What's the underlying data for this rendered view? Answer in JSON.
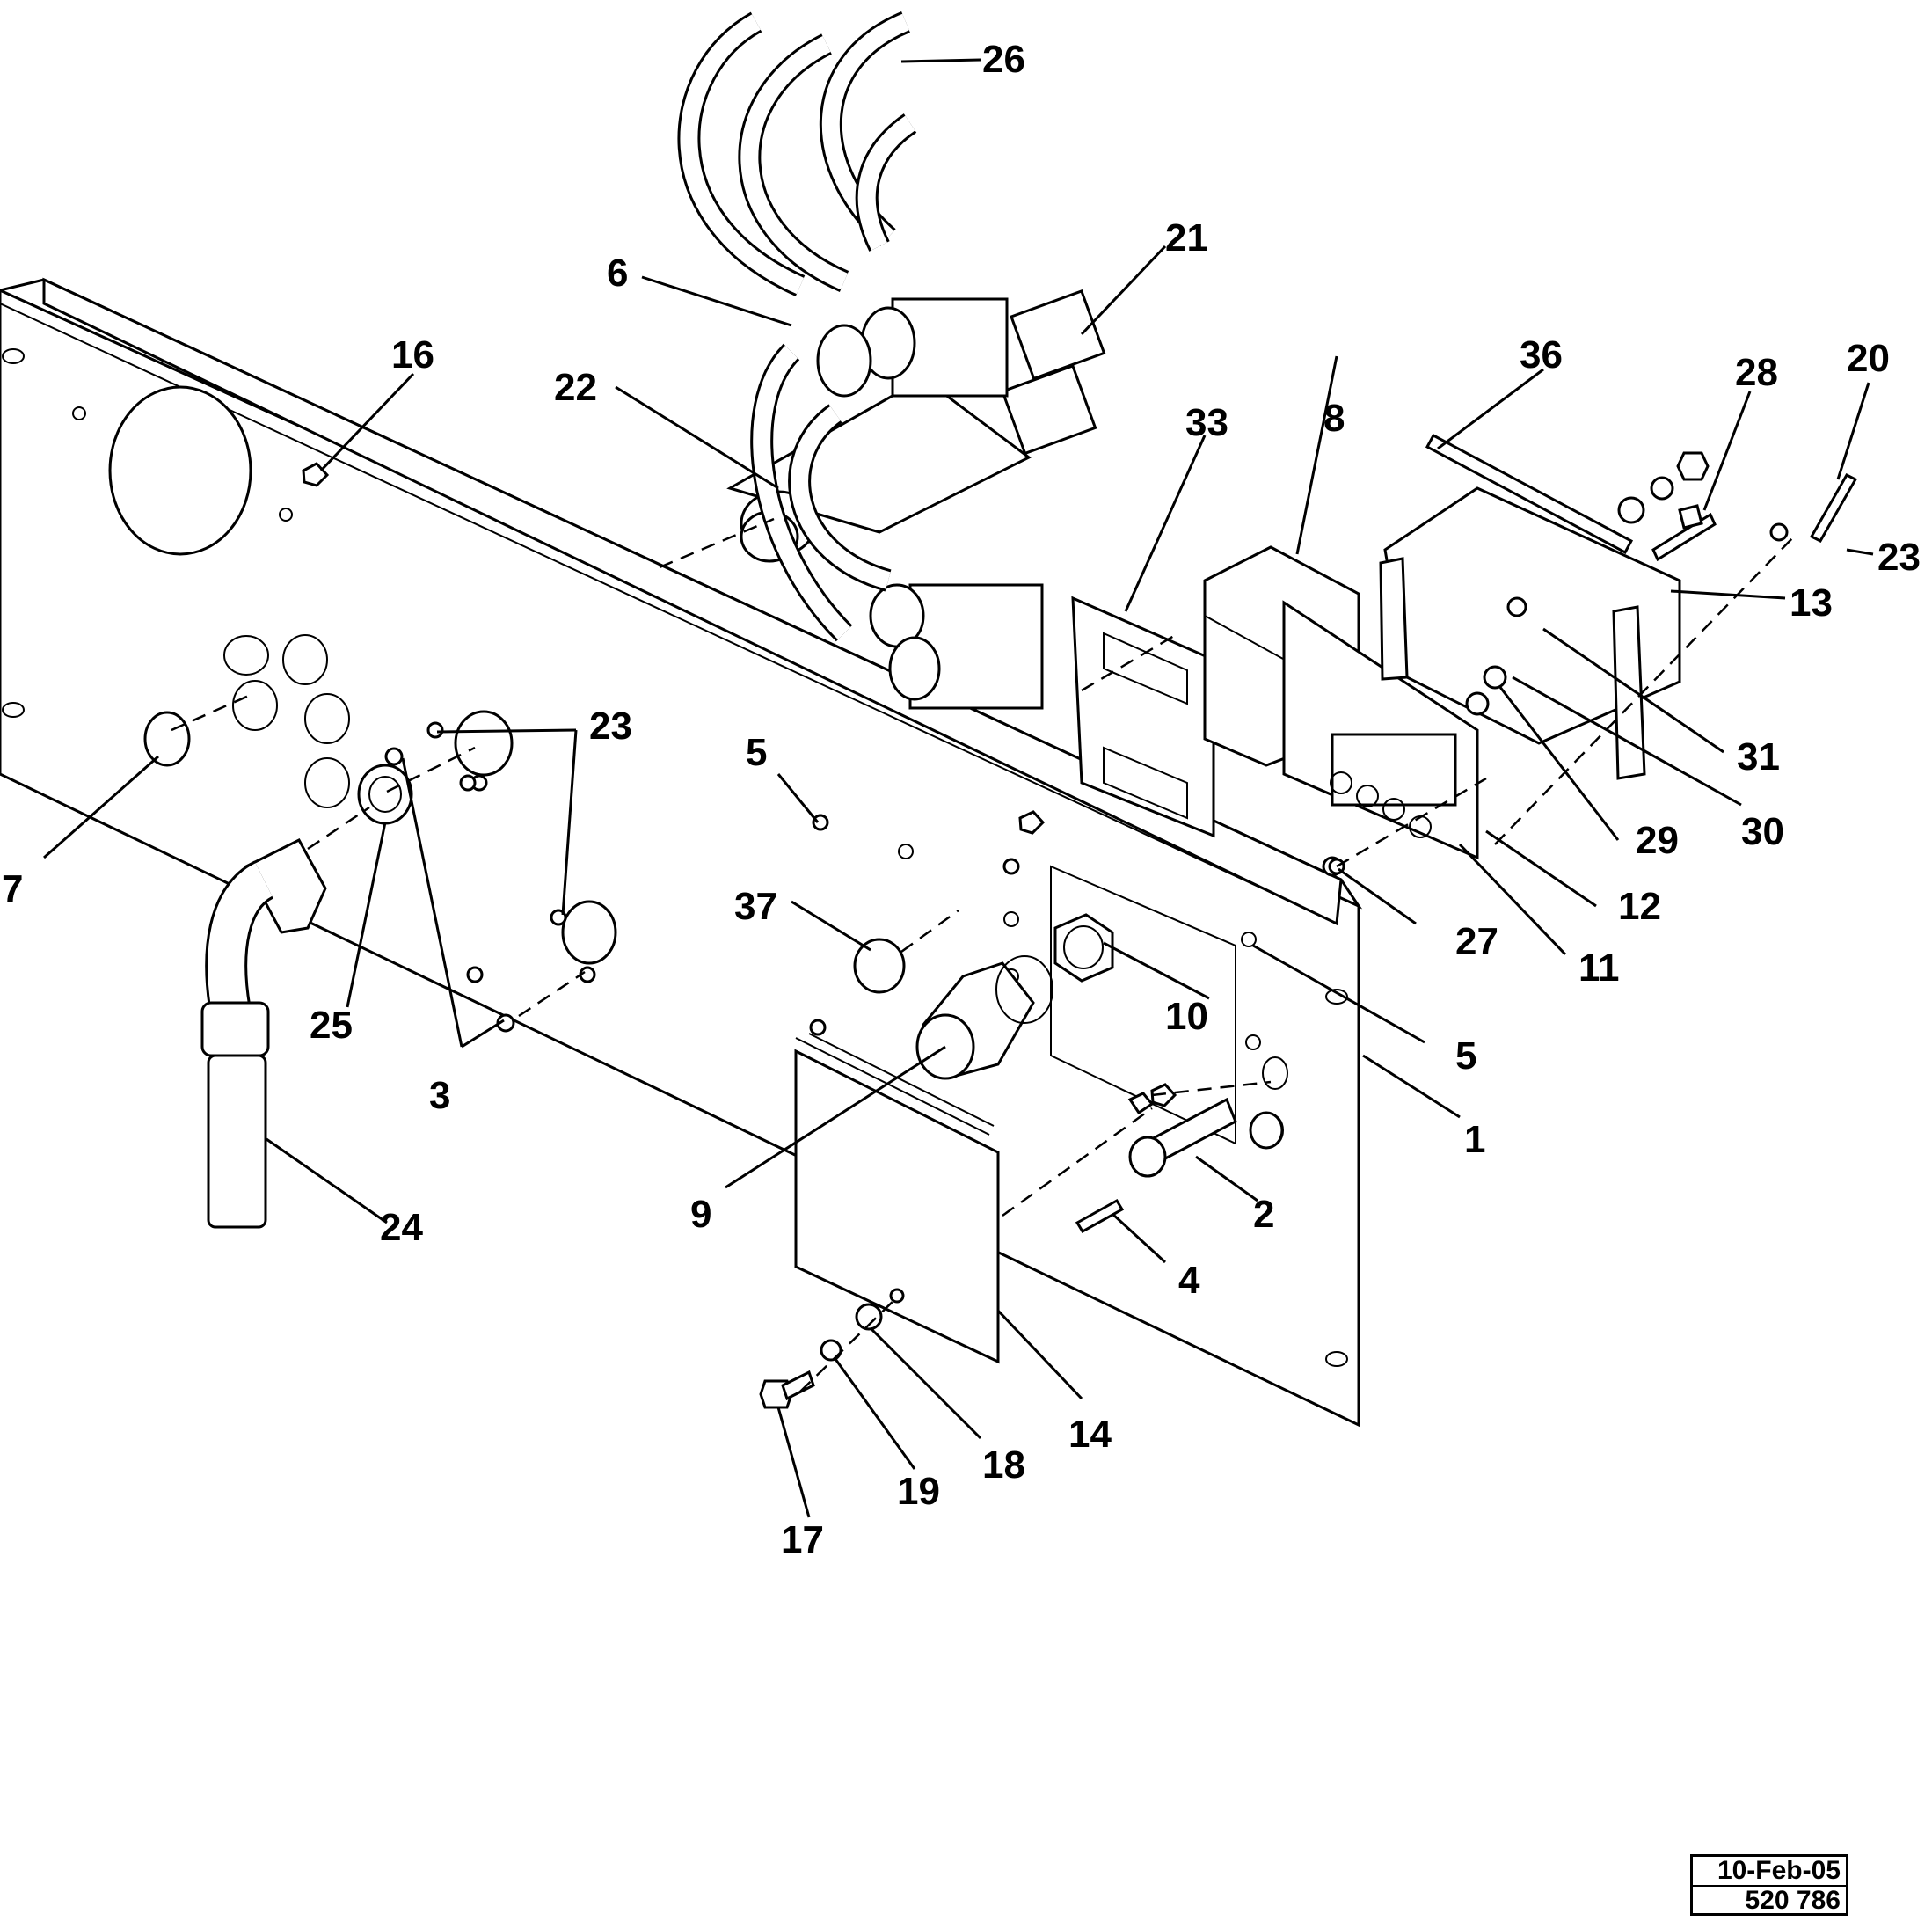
{
  "callouts": [
    {
      "id": "c1",
      "label": "1"
    },
    {
      "id": "c2",
      "label": "2"
    },
    {
      "id": "c3",
      "label": "3"
    },
    {
      "id": "c4",
      "label": "4"
    },
    {
      "id": "c5a",
      "label": "5"
    },
    {
      "id": "c5b",
      "label": "5"
    },
    {
      "id": "c6",
      "label": "6"
    },
    {
      "id": "c7",
      "label": "7"
    },
    {
      "id": "c8",
      "label": "8"
    },
    {
      "id": "c9",
      "label": "9"
    },
    {
      "id": "c10",
      "label": "10"
    },
    {
      "id": "c11",
      "label": "11"
    },
    {
      "id": "c12",
      "label": "12"
    },
    {
      "id": "c13",
      "label": "13"
    },
    {
      "id": "c14",
      "label": "14"
    },
    {
      "id": "c16",
      "label": "16"
    },
    {
      "id": "c17",
      "label": "17"
    },
    {
      "id": "c18",
      "label": "18"
    },
    {
      "id": "c19",
      "label": "19"
    },
    {
      "id": "c20",
      "label": "20"
    },
    {
      "id": "c21",
      "label": "21"
    },
    {
      "id": "c22",
      "label": "22"
    },
    {
      "id": "c23a",
      "label": "23"
    },
    {
      "id": "c23b",
      "label": "23"
    },
    {
      "id": "c24",
      "label": "24"
    },
    {
      "id": "c25",
      "label": "25"
    },
    {
      "id": "c26",
      "label": "26"
    },
    {
      "id": "c27",
      "label": "27"
    },
    {
      "id": "c28",
      "label": "28"
    },
    {
      "id": "c29",
      "label": "29"
    },
    {
      "id": "c30",
      "label": "30"
    },
    {
      "id": "c31",
      "label": "31"
    },
    {
      "id": "c33",
      "label": "33"
    },
    {
      "id": "c36",
      "label": "36"
    },
    {
      "id": "c37",
      "label": "37"
    }
  ],
  "title_block": {
    "date": "10-Feb-05",
    "drawing_number": "520 786"
  }
}
